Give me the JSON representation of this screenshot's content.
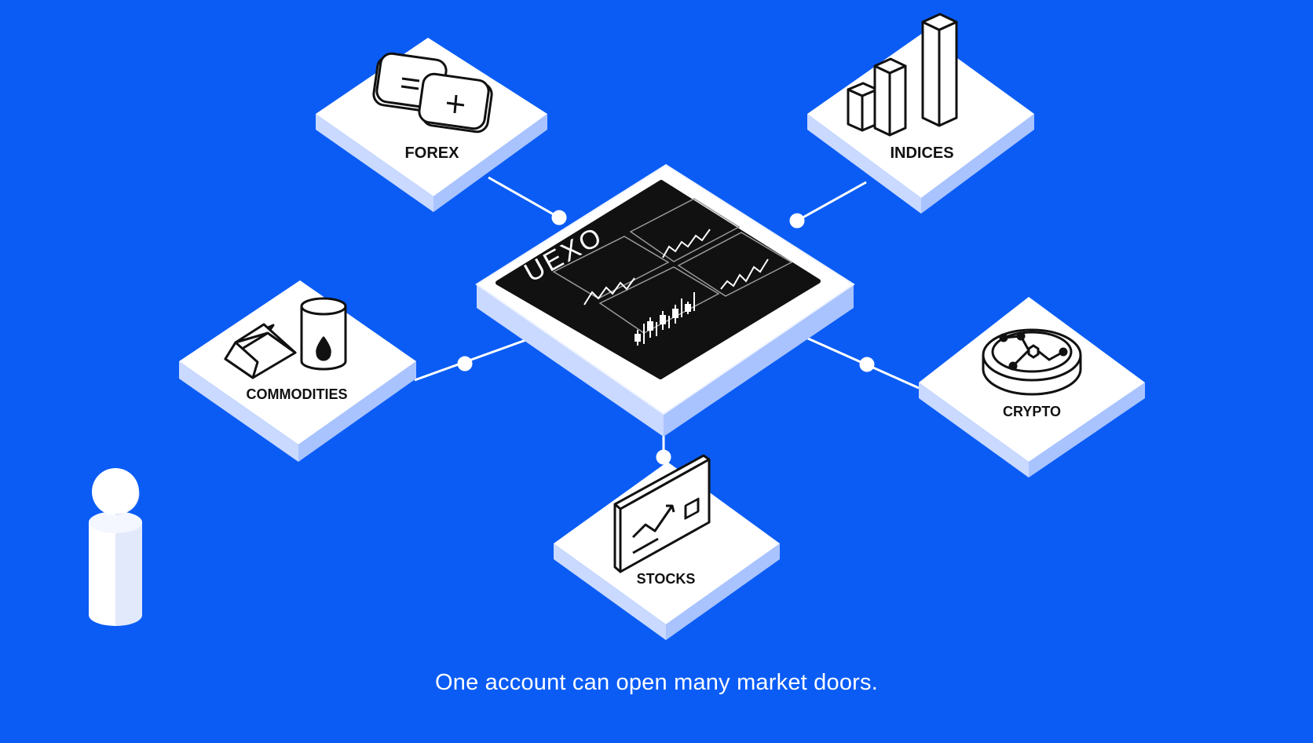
{
  "diagram": {
    "hub": {
      "logo_text": "UEXO"
    },
    "markets": [
      {
        "id": "forex",
        "label": "FOREX",
        "icon": "forex-symbols-icon"
      },
      {
        "id": "indices",
        "label": "INDICES",
        "icon": "bar-columns-icon"
      },
      {
        "id": "commodities",
        "label": "COMMODITIES",
        "icon": "gold-bar-oil-barrel-icon"
      },
      {
        "id": "crypto",
        "label": "CRYPTO",
        "icon": "crypto-coin-icon"
      },
      {
        "id": "stocks",
        "label": "STOCKS",
        "icon": "stock-chart-icon"
      }
    ],
    "caption": "One account can open many market doors."
  },
  "colors": {
    "background": "#0a5cf5",
    "tile_top": "#ffffff",
    "tile_side_left": "#c9d9ff",
    "tile_side_right": "#a9c3ff",
    "screen": "#111111",
    "connector": "#ffffff"
  }
}
